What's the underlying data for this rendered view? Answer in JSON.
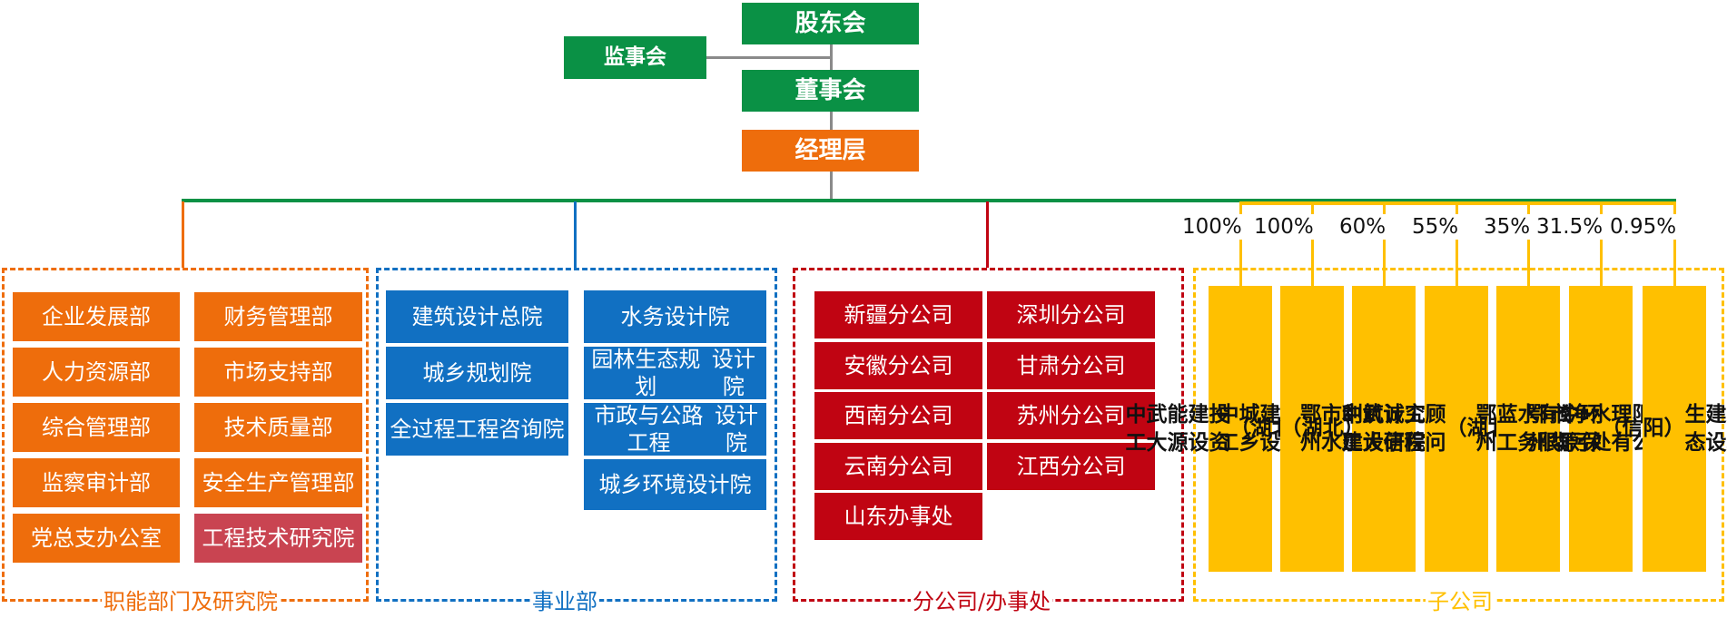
{
  "top": {
    "shareholders": "股东会",
    "supervisors": "监事会",
    "board": "董事会",
    "management": "经理层"
  },
  "groups": {
    "functional": {
      "label": "职能部门及研究院",
      "color": "#ee6d0c",
      "left": [
        "企业发展部",
        "人力资源部",
        "综合管理部",
        "监察审计部",
        "党总支办公室"
      ],
      "right": [
        "财务管理部",
        "市场支持部",
        "技术质量部",
        "安全生产\n管理部",
        "工程技术\n研究院"
      ]
    },
    "business": {
      "label": "事业部",
      "color": "#1170c2",
      "left": [
        "建筑设计总院",
        "城乡规划院",
        "全过程工程\n咨询院"
      ],
      "right": [
        "水务设计院",
        "园林生态规划\n设计院",
        "市政与公路工程\n设计院",
        "城乡环境设计院"
      ]
    },
    "branches": {
      "label": "分公司/办事处",
      "color": "#c00412",
      "left": [
        "新疆分公司",
        "安徽分公司",
        "西南分公司",
        "云南分公司",
        "山东办事处"
      ],
      "right": [
        "深圳分公司",
        "甘肃分公司",
        "苏州分公司",
        "江西分公司"
      ]
    },
    "subsidiaries": {
      "label": "子公司",
      "color": "#ffc000",
      "items": [
        {
          "name": "中工\n武大\n能源\n建设\n投资\n（湖\n北）\n有限\n公司",
          "pct": "100%"
        },
        {
          "name": "中工\n城乡\n建设\n（湖\n北）\n有限\n公司",
          "pct": "100%"
        },
        {
          "name": "鄂州\n市水\n利建\n筑设\n计研\n究院\n有限\n公司",
          "pct": "60%"
        },
        {
          "name": "中工\n武大\n诚信\n工程\n顾问\n（湖\n北）\n有限\n公司",
          "pct": "55%"
        },
        {
          "name": "鄂州\n蓝工\n水务\n有限\n公司",
          "pct": "35%"
        },
        {
          "name": "鄂州\n市华\n净污\n水处\n理有\n限公\n司",
          "pct": "31.5%"
        },
        {
          "name": "中原\n环保\n（信\n阳）\n生态\n建设\n管理\n有限\n公司",
          "pct": "0.95%"
        }
      ]
    }
  }
}
